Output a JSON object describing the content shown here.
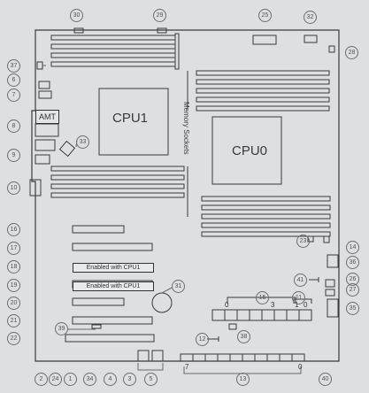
{
  "labels": {
    "cpu1": "CPU1",
    "cpu0": "CPU0",
    "amt": "AMT",
    "memory_sockets": "Memory Sockets",
    "enabled_a": "Enabled with CPU1",
    "enabled_b": "Enabled with CPU1",
    "idx_0a": "0",
    "idx_3": "3",
    "idx_0b": "0",
    "idx_1": "1",
    "idx_7": "7",
    "idx_0c": "0"
  },
  "callouts": {
    "c30": "30",
    "c29": "29",
    "c25": "25",
    "c32": "32",
    "c28": "28",
    "c37": "37",
    "c6": "6",
    "c7": "7",
    "c8": "8",
    "c9": "9",
    "c10": "10",
    "c33": "33",
    "c16": "16",
    "c17": "17",
    "c18": "18",
    "c19": "19",
    "c20": "20",
    "c21": "21",
    "c22": "22",
    "c2": "2",
    "c24": "24",
    "c1": "1",
    "c34": "34",
    "c4": "4",
    "c3": "3",
    "c5": "5",
    "c13": "13",
    "c40": "40",
    "c39": "39",
    "c31": "31",
    "c15": "15",
    "c11": "11",
    "c41": "41",
    "c12": "12",
    "c38": "38",
    "c23": "23",
    "c14": "14",
    "c36": "36",
    "c26": "26",
    "c27": "27",
    "c35": "35"
  }
}
